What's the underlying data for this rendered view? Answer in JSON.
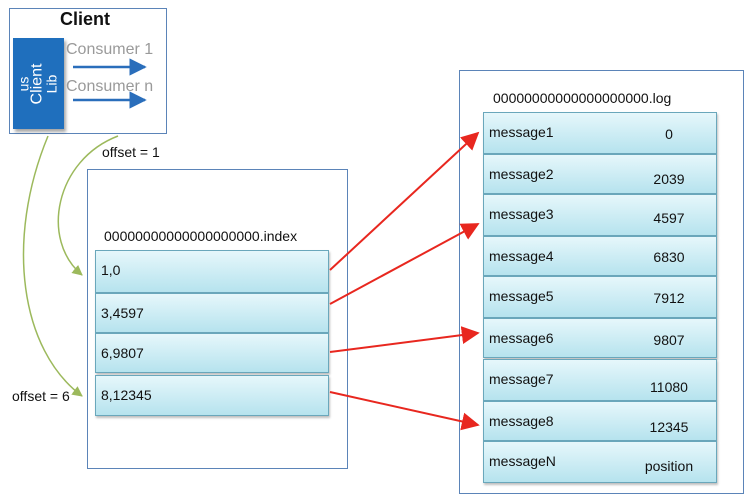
{
  "client": {
    "title": "Client",
    "lib_lines": [
      "us",
      "Client",
      "Lib"
    ],
    "consumers": [
      "Consumer 1",
      "Consumer n"
    ]
  },
  "offsets": [
    "offset = 1",
    "offset = 6"
  ],
  "index": {
    "filename": "00000000000000000000.index",
    "entries": [
      "1,0",
      "3,4597",
      "6,9807",
      "8,12345"
    ]
  },
  "log": {
    "filename": "00000000000000000000.log",
    "rows": [
      {
        "message": "message1",
        "position": "0"
      },
      {
        "message": "message2",
        "position": "2039"
      },
      {
        "message": "message3",
        "position": "4597"
      },
      {
        "message": "message4",
        "position": "6830"
      },
      {
        "message": "message5",
        "position": "7912"
      },
      {
        "message": "message6",
        "position": "9807"
      },
      {
        "message": "message7",
        "position": "11080"
      },
      {
        "message": "message8",
        "position": "12345"
      },
      {
        "message": "messageN",
        "position": "position"
      }
    ]
  },
  "colors": {
    "arrow_red": "#e8271f",
    "consumer_arrow": "#2a6ebb",
    "curve_green": "#9cb95c",
    "box_border": "#5b84b8"
  }
}
